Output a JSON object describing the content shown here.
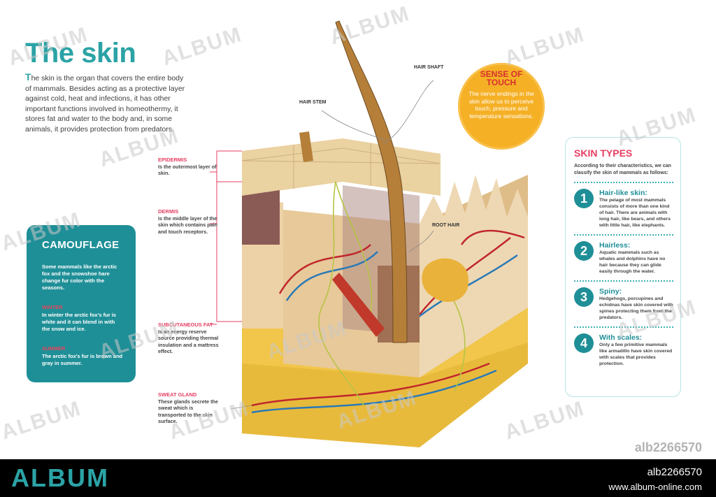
{
  "title": "The skin",
  "intro": {
    "first_letter": "T",
    "text": "he skin is the organ that covers the entire body of mammals. Besides acting as a protective layer against cold, heat and infections, it has other important functions involved in homeothermy, it stores fat and water to the body and, in some animals, it provides protection from predators."
  },
  "camouflage": {
    "heading": "CAMOUFLAGE",
    "intro": "Some mammals like the arctic fox and the snowshoe hare change fur color with the seasons.",
    "winter_label": "WINTER",
    "winter_text": "In winter the arctic fox's fur is white and it can blend in with the snow and ice.",
    "summer_label": "SUMMER",
    "summer_text": "The arctic fox's fur is brown and gray in summer."
  },
  "layers": {
    "epidermis": {
      "label": "EPIDERMIS",
      "text": "Is the outermost layer of skin."
    },
    "dermis": {
      "label": "DERMIS",
      "text": "Is the middle layer of the skin which contains pain and touch receptors."
    },
    "subcutaneous": {
      "label": "SUBCUTANEOUS FAT",
      "text": "Is an energy reserve source providing thermal insulation and a mattress effect."
    },
    "sweat": {
      "label": "SWEAT GLAND",
      "text": "These glands secrete the sweat which is transported to the skin surface."
    }
  },
  "callouts": {
    "hair_shaft": "HAIR SHAFT",
    "hair_stem": "HAIR STEM",
    "root_hair": "ROOT HAIR"
  },
  "touch": {
    "title_line1": "SENSE OF",
    "title_line2": "TOUCH",
    "text": "The nerve endings in the skin allow us to perceive touch, pressure and temperature sensations."
  },
  "skin_types": {
    "heading": "SKIN TYPES",
    "lead": "According to their characteristics, we can classify the skin of mammals as follows:",
    "items": [
      {
        "num": "1",
        "title": "Hair-like skin:",
        "text": "The pelage of most mammals consists of more than one kind of hair. There are animals with long hair, like bears, and others with little hair, like elephants."
      },
      {
        "num": "2",
        "title": "Hairless:",
        "text": "Aquatic mammals such as whales and dolphins have no hair because they can glide easily through the water."
      },
      {
        "num": "3",
        "title": "Spiny:",
        "text": "Hedgehogs, porcupines and echidnas have skin covered with spines protecting them from the predators."
      },
      {
        "num": "4",
        "title": "With scales:",
        "text": "Only a few primitive mammals like armadillo have skin covered with scales that provides protection."
      }
    ]
  },
  "watermark": "ALBUM",
  "image_id": "alb2266570",
  "footer": {
    "logo": "ALBUM",
    "id": "alb2266570",
    "url": "www.album-online.com"
  },
  "colors": {
    "teal": "#2ba3a6",
    "dark_teal": "#1f8f97",
    "pink": "#e63e62",
    "orange": "#f5b026"
  }
}
